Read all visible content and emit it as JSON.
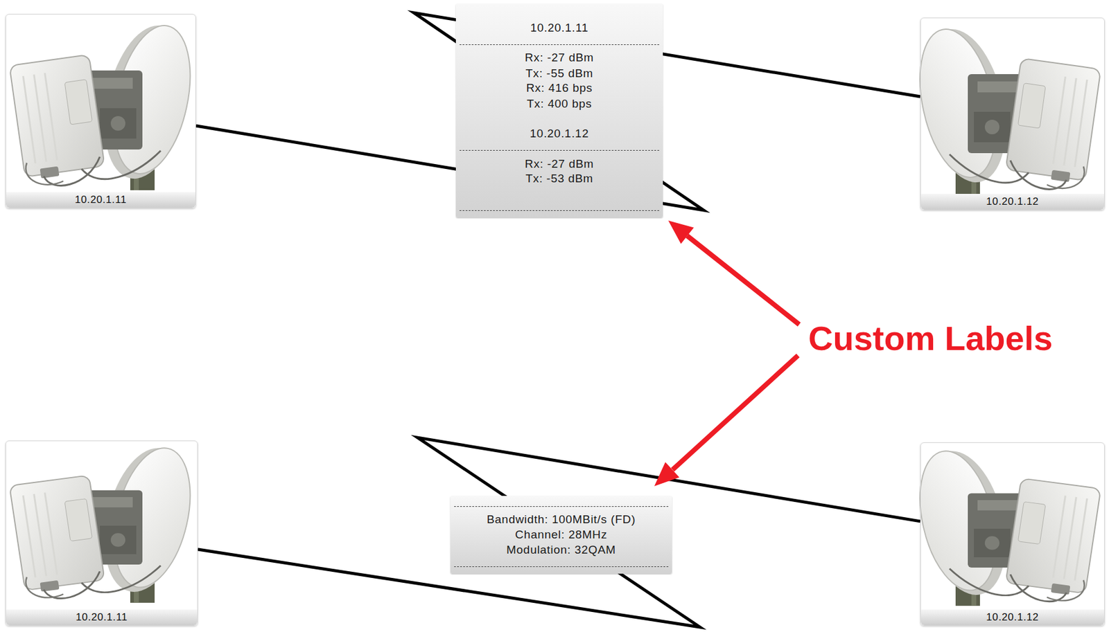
{
  "diagram": {
    "nodes": [
      {
        "text": [
          "10.20.1.11"
        ]
      },
      {
        "text": [
          "10.20.1.11",
          "Rx: -27 dBm",
          "Tx: -55 dBm",
          "Rx: 416 bps",
          "Tx: 400 bps",
          "10.20.1.12",
          "Rx: -27 dBm",
          "Tx: -53 dBm"
        ]
      },
      {
        "text": [
          "10.20.1.12"
        ]
      },
      {
        "text": [
          "10.20.1.11"
        ]
      },
      {
        "text": [
          "Bandwidth: 100MBit/s (FD)",
          "Channel: 28MHz",
          "Modulation: 32QAM"
        ]
      },
      {
        "text": [
          "10.20.1.12"
        ]
      }
    ],
    "edges": [
      {
        "from": 0,
        "to": 2,
        "arrow": "none"
      },
      {
        "from": 3,
        "to": 5,
        "arrow": "none"
      }
    ],
    "labels": [
      "Custom Labels"
    ]
  }
}
